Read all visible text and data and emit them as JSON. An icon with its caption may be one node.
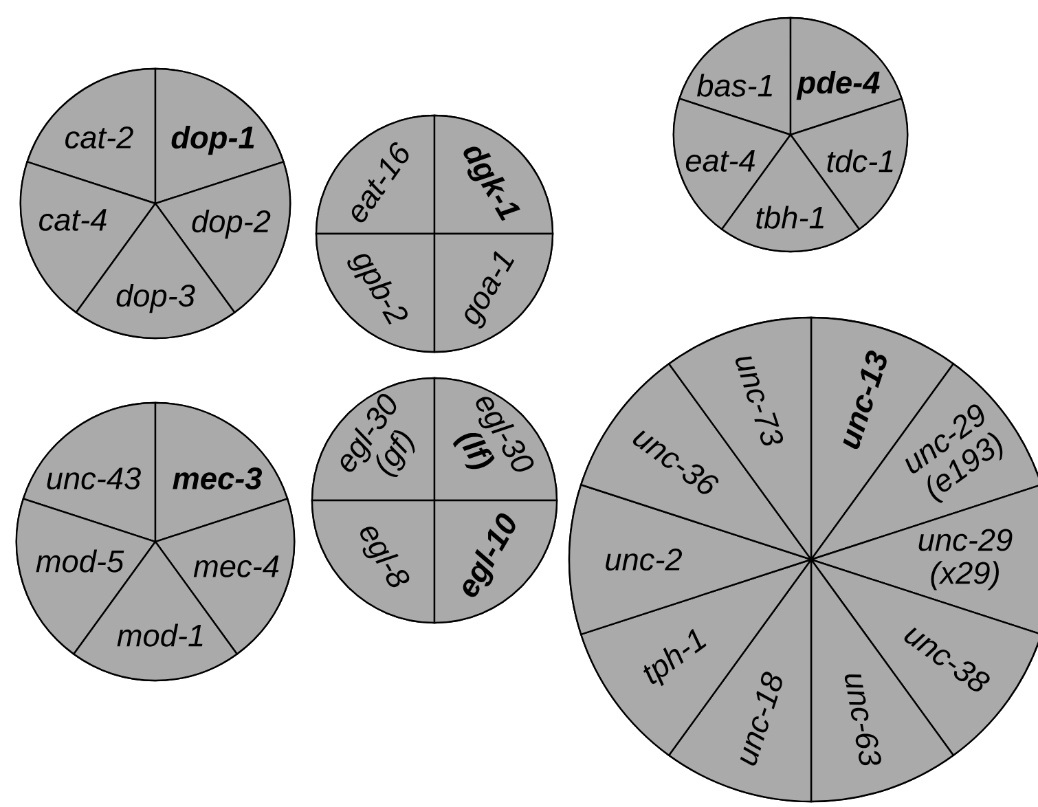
{
  "diagram": {
    "nodes": [
      {
        "text": [],
        "shape": "circle"
      },
      {
        "text": [
          "cat-2"
        ],
        "in": 0
      },
      {
        "text": [
          "dop-1"
        ],
        "in": 0
      },
      {
        "text": [
          "cat-4"
        ],
        "in": 0
      },
      {
        "text": [
          "dop-2"
        ],
        "in": 0
      },
      {
        "text": [
          "dop-3"
        ],
        "in": 0
      },
      {
        "text": [],
        "shape": "circle"
      },
      {
        "text": [
          "eat-16"
        ],
        "in": 6
      },
      {
        "text": [
          "dgk-1"
        ],
        "in": 6
      },
      {
        "text": [
          "gpb-2"
        ],
        "in": 6
      },
      {
        "text": [
          "goa-1"
        ],
        "in": 6
      },
      {
        "text": [],
        "shape": "circle"
      },
      {
        "text": [
          "bas-1"
        ],
        "in": 11
      },
      {
        "text": [
          "pde-4"
        ],
        "in": 11
      },
      {
        "text": [
          "eat-4"
        ],
        "in": 11
      },
      {
        "text": [
          "tdc-1"
        ],
        "in": 11
      },
      {
        "text": [
          "tbh-1"
        ],
        "in": 11
      },
      {
        "text": [],
        "shape": "circle"
      },
      {
        "text": [
          "unc-43"
        ],
        "in": 17
      },
      {
        "text": [
          "mec-3"
        ],
        "in": 17
      },
      {
        "text": [
          "mod-5"
        ],
        "in": 17
      },
      {
        "text": [
          "mec-4"
        ],
        "in": 17
      },
      {
        "text": [
          "mod-1"
        ],
        "in": 17
      },
      {
        "text": [],
        "shape": "circle"
      },
      {
        "text": [
          "egl-30 (gf)"
        ],
        "in": 23
      },
      {
        "text": [
          "egl-30 **(lf)**"
        ],
        "in": 23
      },
      {
        "text": [
          "egl-8"
        ],
        "in": 23
      },
      {
        "text": [
          "egl-10"
        ],
        "in": 23
      },
      {
        "text": [],
        "shape": "circle"
      },
      {
        "text": [
          "unc-13"
        ],
        "in": 28
      },
      {
        "text": [
          "unc-29 (e193)"
        ],
        "in": 28
      },
      {
        "text": [
          "unc-29 (x29)"
        ],
        "in": 28
      },
      {
        "text": [
          "unc-38"
        ],
        "in": 28
      },
      {
        "text": [
          "unc-63"
        ],
        "in": 28
      },
      {
        "text": [
          "unc-18"
        ],
        "in": 28
      },
      {
        "text": [
          "tph-1"
        ],
        "in": 28
      },
      {
        "text": [
          "unc-2"
        ],
        "in": 28
      },
      {
        "text": [
          "unc-36"
        ],
        "in": 28
      },
      {
        "text": [
          "unc-73"
        ],
        "in": 28
      }
    ]
  }
}
